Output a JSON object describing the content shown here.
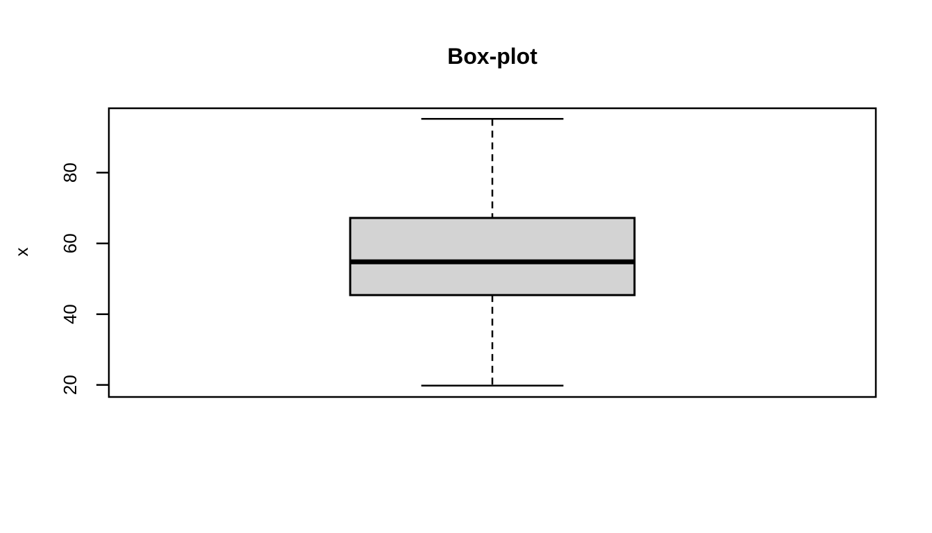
{
  "chart_data": {
    "type": "boxplot",
    "title": "Box-plot",
    "ylabel": "x",
    "xlabel": "",
    "orientation": "vertical",
    "grid": false,
    "legend": "none",
    "yticks": [
      20,
      40,
      60,
      80
    ],
    "ylim": [
      16.6,
      98.2
    ],
    "stats": {
      "min": 19.8,
      "q1": 45.4,
      "median": 54.8,
      "q3": 67.2,
      "max": 95.2
    },
    "outliers": [],
    "colors": {
      "box_fill": "#d3d3d3",
      "line": "#000000",
      "background": "#ffffff"
    }
  }
}
